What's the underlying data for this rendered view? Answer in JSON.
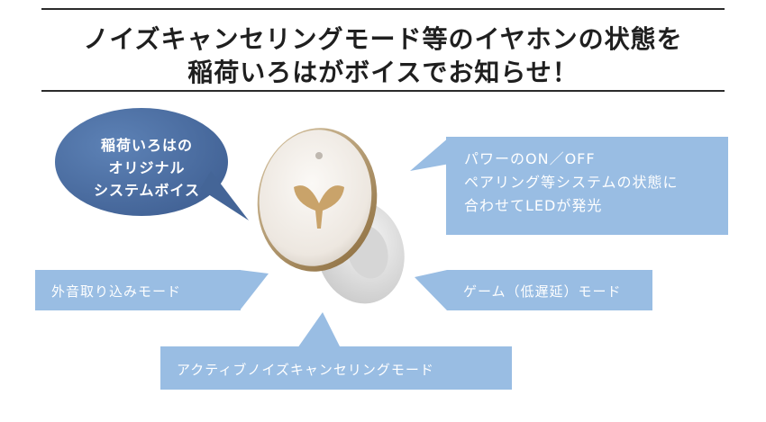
{
  "headline": {
    "line1": "ノイズキャンセリングモード等のイヤホンの状態を",
    "line2": "稲荷いろはがボイスでお知らせ！"
  },
  "speech_bubble": {
    "line1": "稲荷いろはの",
    "line2": "オリジナル",
    "line3": "システムボイス"
  },
  "callouts": {
    "power": {
      "line1": "パワーのON／OFF",
      "line2": "ペアリング等システムの状態に",
      "line3": "合わせてLEDが発光"
    },
    "ambient": "外音取り込みモード",
    "game": "ゲーム（低遅延）モード",
    "anc": "アクティブノイズキャンセリングモード"
  },
  "colors": {
    "callout_fill": "#99bde3",
    "bubble_fill": "#4f72a6",
    "earbud_body": "#f1ece6",
    "earbud_accent": "#c9a36a",
    "rule": "#2b2b2b"
  }
}
